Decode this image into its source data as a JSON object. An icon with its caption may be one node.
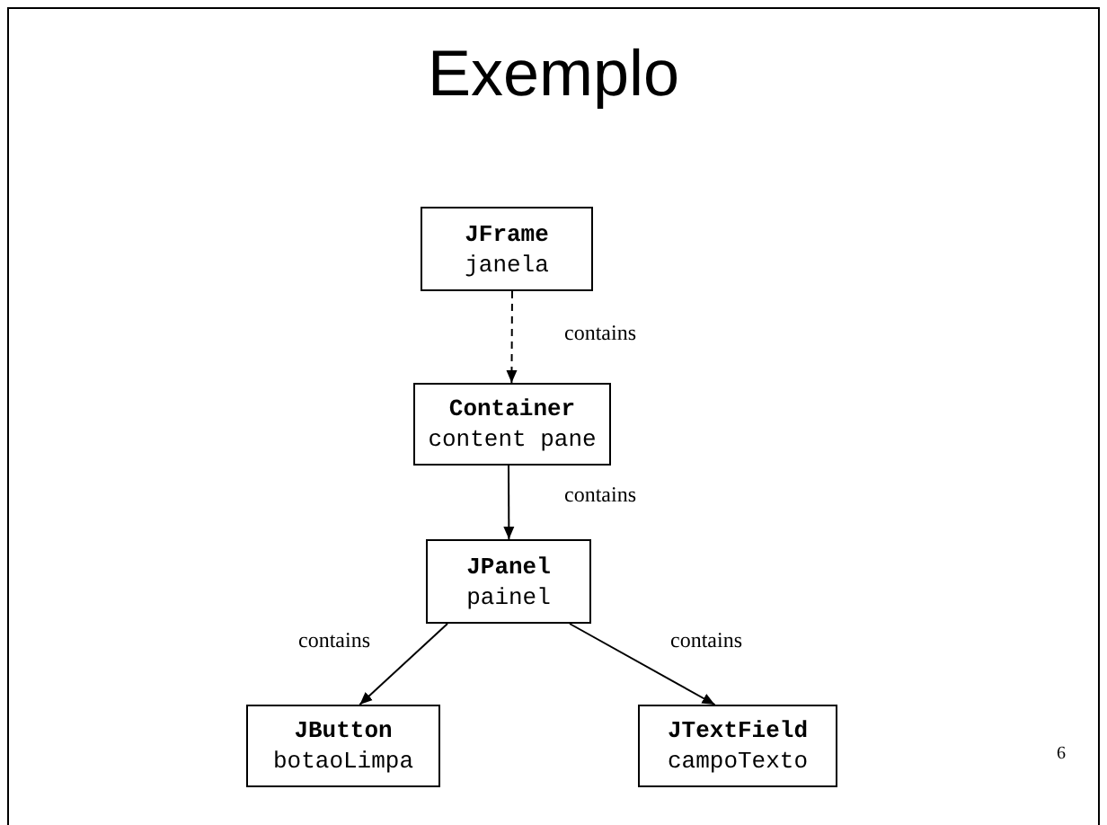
{
  "diagram": {
    "title": "Exemplo",
    "nodes": [
      {
        "text": [
          "JFrame",
          "janela"
        ]
      },
      {
        "text": [
          "Container",
          "content pane"
        ]
      },
      {
        "text": [
          "JPanel",
          "painel"
        ]
      },
      {
        "text": [
          "JButton",
          "botaoLimpa"
        ]
      },
      {
        "text": [
          "JTextField",
          "campoTexto"
        ]
      }
    ],
    "edges": [
      {
        "from": 0,
        "to": 1,
        "arrow": "to",
        "label": "contains",
        "style": "dashed"
      },
      {
        "from": 1,
        "to": 2,
        "arrow": "to",
        "label": "contains"
      },
      {
        "from": 2,
        "to": 3,
        "arrow": "to",
        "label": "contains"
      },
      {
        "from": 2,
        "to": 4,
        "arrow": "to",
        "label": "contains"
      }
    ],
    "labels": [
      "6"
    ]
  }
}
